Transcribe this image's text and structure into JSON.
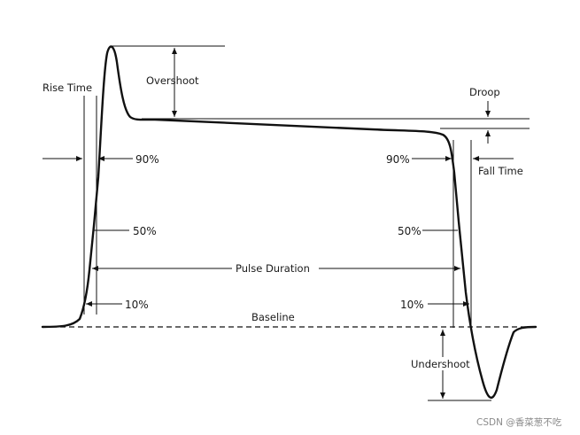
{
  "labels": {
    "rise_time": "Rise Time",
    "overshoot": "Overshoot",
    "droop": "Droop",
    "fall_time": "Fall Time",
    "pct_90_left": "90%",
    "pct_90_right": "90%",
    "pct_50_left": "50%",
    "pct_50_right": "50%",
    "pct_10_left": "10%",
    "pct_10_right": "10%",
    "pulse_duration": "Pulse Duration",
    "baseline": "Baseline",
    "undershoot": "Undershoot"
  },
  "watermark": "CSDN @香菜葱不吃"
}
